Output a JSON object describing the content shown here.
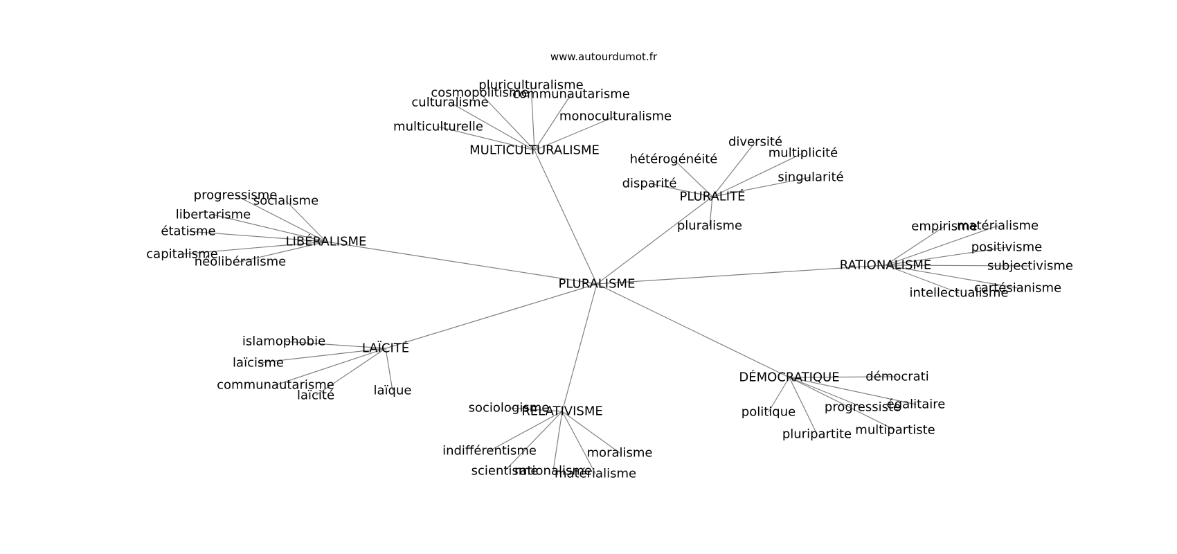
{
  "site": "www.autourdumot.fr",
  "graph": {
    "center": "PLURALISME",
    "groups": [
      {
        "label": "MULTICULTURALISME",
        "leaves": [
          "pluriculturalisme",
          "cosmopolitisme",
          "communautarisme",
          "culturalisme",
          "monoculturalisme",
          "multiculturelle"
        ]
      },
      {
        "label": "PLURALITÉ",
        "leaves": [
          "diversité",
          "hétérogénéité",
          "multiplicité",
          "disparité",
          "singularité",
          "pluralisme"
        ]
      },
      {
        "label": "LIBÉRALISME",
        "leaves": [
          "progressisme",
          "socialisme",
          "libertarisme",
          "étatisme",
          "capitalisme",
          "néolibéralisme"
        ]
      },
      {
        "label": "RATIONALISME",
        "leaves": [
          "empirisme",
          "matérialisme",
          "positivisme",
          "subjectivisme",
          "cartésianisme",
          "intellectualisme"
        ]
      },
      {
        "label": "LAÏCITÉ",
        "leaves": [
          "islamophobie",
          "laïcisme",
          "communautarisme",
          "laïcité",
          "laïque"
        ]
      },
      {
        "label": "RELATIVISME",
        "leaves": [
          "sociologisme",
          "indifférentisme",
          "scientisme",
          "rationalisme",
          "moralisme",
          "matérialisme"
        ]
      },
      {
        "label": "DÉMOCRATIQUE",
        "leaves": [
          "démocrati",
          "politique",
          "progressiste",
          "égalitaire",
          "pluripartite",
          "multipartiste"
        ]
      }
    ]
  }
}
